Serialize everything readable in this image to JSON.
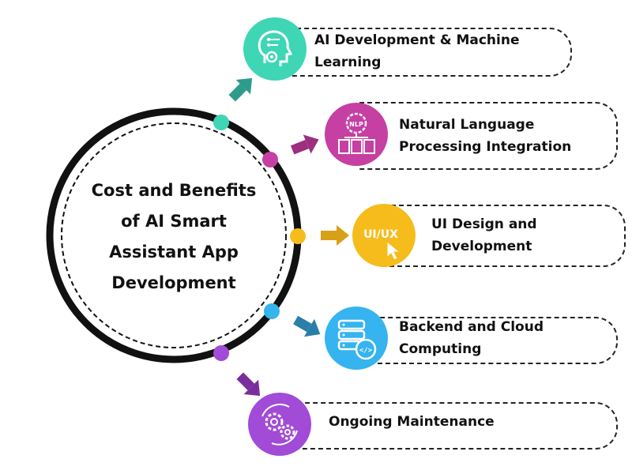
{
  "center": {
    "title_lines": [
      "Cost and Benefits",
      "of AI Smart",
      "Assistant App",
      "Development"
    ]
  },
  "items": [
    {
      "label_lines": [
        "AI Development & Machine",
        "Learning"
      ],
      "icon": "ai-head-icon",
      "color": "#3ed6b5"
    },
    {
      "label_lines": [
        "Natural Language",
        "Processing Integration"
      ],
      "icon": "nlp-icon",
      "color": "#c63fa3"
    },
    {
      "label_lines": [
        "UI Design and",
        "Development"
      ],
      "icon": "ui-ux-cursor-icon",
      "color": "#f5bc1c"
    },
    {
      "label_lines": [
        "Backend and Cloud",
        "Computing"
      ],
      "icon": "server-code-icon",
      "color": "#35b4ef"
    },
    {
      "label_lines": [
        "Ongoing Maintenance"
      ],
      "icon": "gears-icon",
      "color": "#a24bd6"
    }
  ]
}
